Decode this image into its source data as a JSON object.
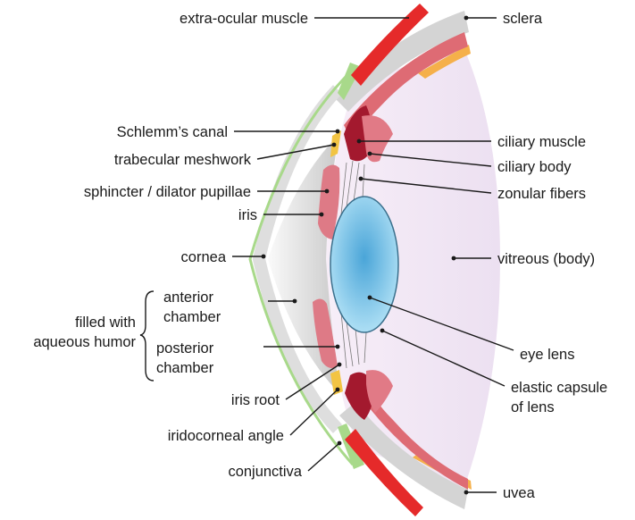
{
  "labels": {
    "extra_ocular_muscle": "extra-ocular muscle",
    "sclera": "sclera",
    "schlemms_canal": "Schlemm’s canal",
    "trabecular_meshwork": "trabecular meshwork",
    "sphincter_dilator": "sphincter / dilator pupillae",
    "iris": "iris",
    "cornea": "cornea",
    "anterior_chamber_1": "anterior",
    "anterior_chamber_2": "chamber",
    "aqueous_1": "filled with",
    "aqueous_2": "aqueous humor",
    "posterior_chamber_1": "posterior",
    "posterior_chamber_2": "chamber",
    "iris_root": "iris root",
    "iridocorneal_angle": "iridocorneal angle",
    "conjunctiva": "conjunctiva",
    "ciliary_muscle": "ciliary muscle",
    "ciliary_body": "ciliary body",
    "zonular_fibers": "zonular fibers",
    "vitreous": "vitreous (body)",
    "eye_lens": "eye lens",
    "elastic_capsule_1": "elastic capsule",
    "elastic_capsule_2": "of lens",
    "uvea": "uvea"
  },
  "colors": {
    "sclera": "#d4d4d4",
    "conjunctiva": "#a8d98a",
    "cornea_rim": "#d9d9d9",
    "extra_ocular_muscle": "#e52a2a",
    "uvea": "#de6b74",
    "retina_band": "#f5b04a",
    "ciliary_muscle": "#a3192e",
    "vitreous": "#f1e4f4",
    "lens": "#7cc8ee",
    "meshwork": "#f2c443"
  }
}
